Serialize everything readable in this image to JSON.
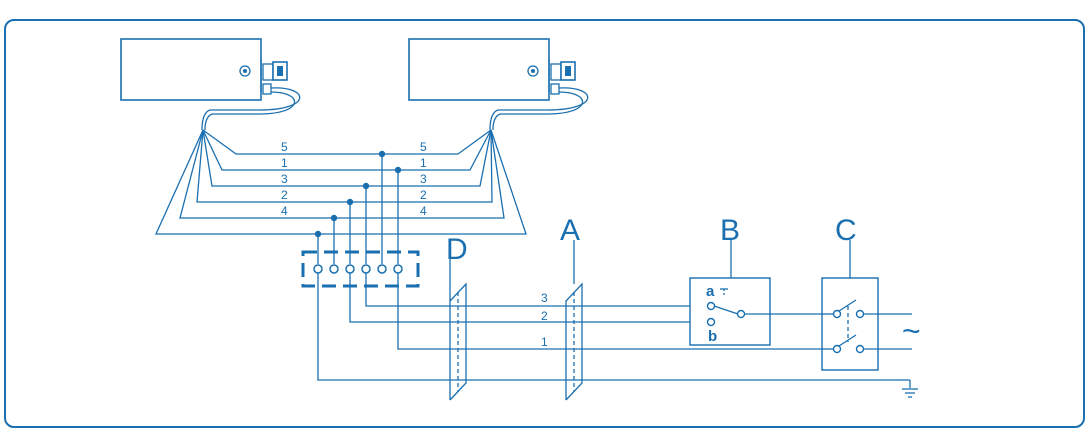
{
  "colors": {
    "line": "#1a6fb0",
    "background": "#ffffff"
  },
  "left_wire_labels": [
    "5",
    "1",
    "3",
    "2",
    "4"
  ],
  "right_wire_labels": [
    "5",
    "1",
    "3",
    "2",
    "4"
  ],
  "bus_wire_labels": [
    "3",
    "2",
    "1"
  ],
  "labels": {
    "d": "D",
    "a": "A",
    "b": "B",
    "c": "C"
  },
  "switch_b": {
    "terminal_a": "a",
    "terminal_b": "b"
  },
  "ac_symbol": "~",
  "icons": [
    "unit-left-icon",
    "unit-right-icon",
    "terminal-block-icon",
    "ground-icon"
  ]
}
